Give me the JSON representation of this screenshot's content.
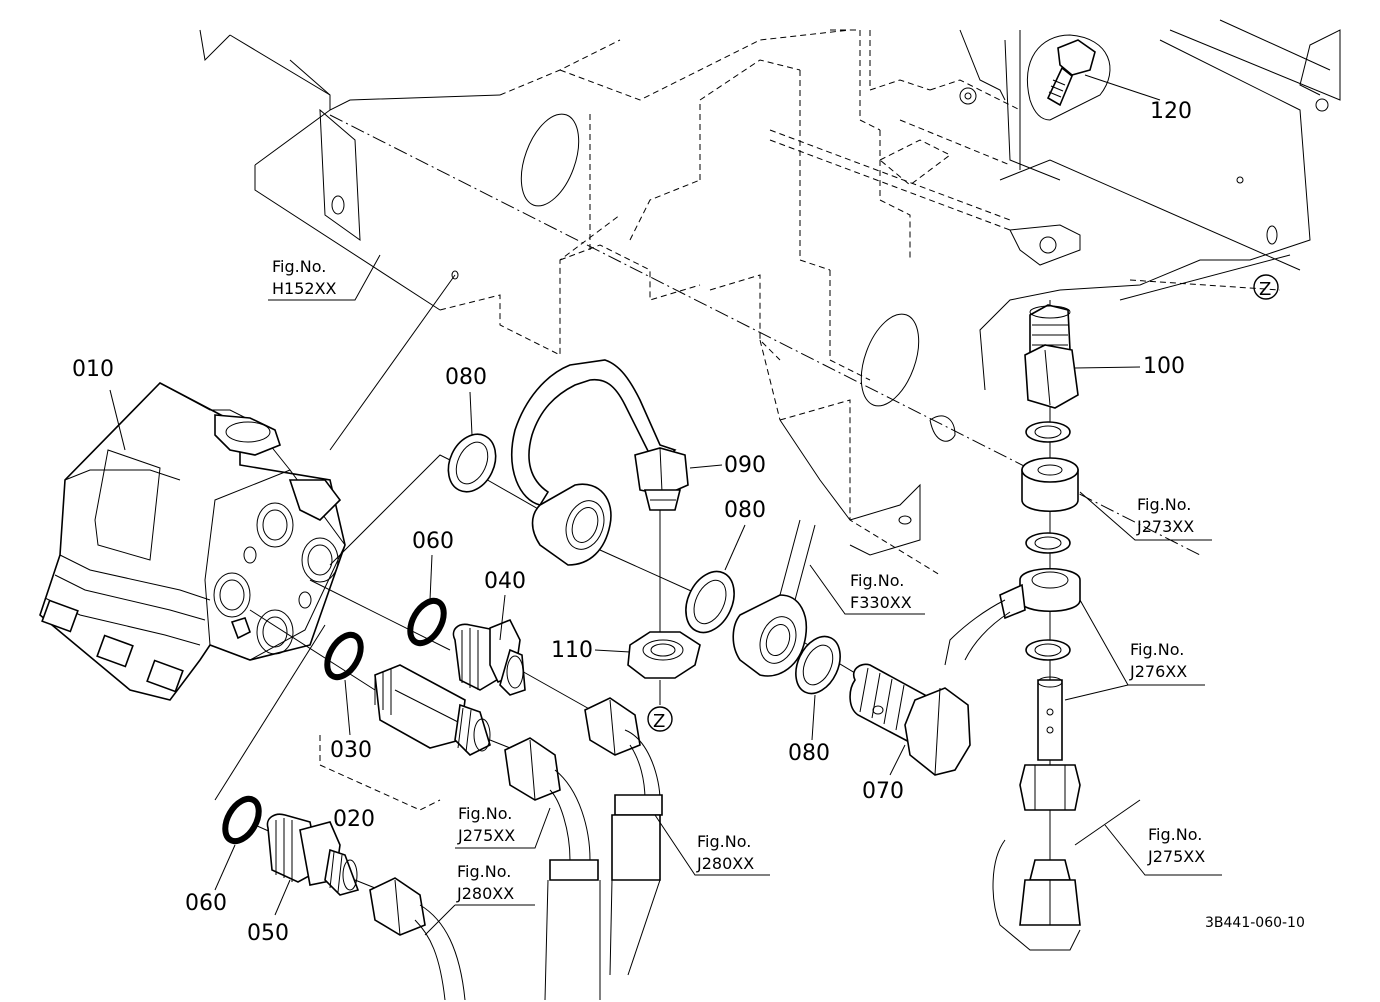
{
  "parts": {
    "p010": "010",
    "p020": "020",
    "p030": "030",
    "p040": "040",
    "p050": "050",
    "p060a": "060",
    "p060b": "060",
    "p070": "070",
    "p080a": "080",
    "p080b": "080",
    "p080c": "080",
    "p090": "090",
    "p100": "100",
    "p110": "110",
    "p120": "120"
  },
  "fig_refs": {
    "fig_word": "Fig.No.",
    "h152": "H152XX",
    "f330": "F330XX",
    "j273": "J273XX",
    "j276": "J276XX",
    "j275a": "J275XX",
    "j275b": "J275XX",
    "j280a": "J280XX",
    "j280b": "J280XX"
  },
  "view_marker": "Z",
  "drawing_code": "3B441-060-10"
}
